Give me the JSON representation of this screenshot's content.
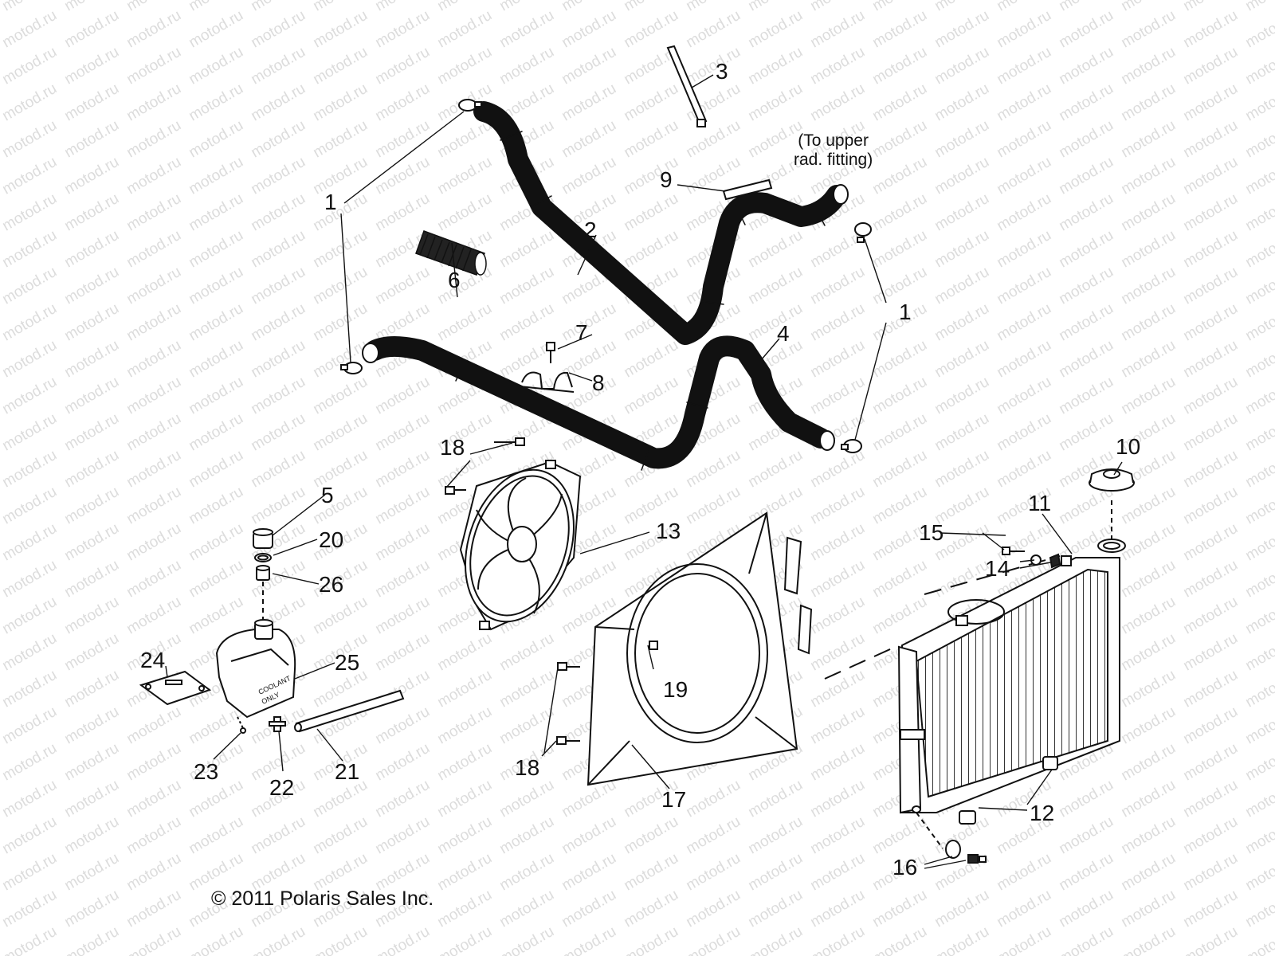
{
  "watermark": "motod.ru",
  "note_to_upper": [
    "(To upper",
    "rad. fitting)"
  ],
  "copyright": "© 2011 Polaris Sales Inc.",
  "callouts": [
    {
      "id": "c1a",
      "text": "1"
    },
    {
      "id": "c1b",
      "text": "1"
    },
    {
      "id": "c2",
      "text": "2"
    },
    {
      "id": "c3",
      "text": "3"
    },
    {
      "id": "c4",
      "text": "4"
    },
    {
      "id": "c5",
      "text": "5"
    },
    {
      "id": "c6",
      "text": "6"
    },
    {
      "id": "c7",
      "text": "7"
    },
    {
      "id": "c8",
      "text": "8"
    },
    {
      "id": "c9",
      "text": "9"
    },
    {
      "id": "c10",
      "text": "10"
    },
    {
      "id": "c11",
      "text": "11"
    },
    {
      "id": "c12",
      "text": "12"
    },
    {
      "id": "c13",
      "text": "13"
    },
    {
      "id": "c14",
      "text": "14"
    },
    {
      "id": "c15",
      "text": "15"
    },
    {
      "id": "c16",
      "text": "16"
    },
    {
      "id": "c17",
      "text": "17"
    },
    {
      "id": "c18a",
      "text": "18"
    },
    {
      "id": "c18b",
      "text": "18"
    },
    {
      "id": "c19",
      "text": "19"
    },
    {
      "id": "c20",
      "text": "20"
    },
    {
      "id": "c21",
      "text": "21"
    },
    {
      "id": "c22",
      "text": "22"
    },
    {
      "id": "c23",
      "text": "23"
    },
    {
      "id": "c24",
      "text": "24"
    },
    {
      "id": "c25",
      "text": "25"
    },
    {
      "id": "c26",
      "text": "26"
    }
  ],
  "tank_label": [
    "COOLANT",
    "ONLY"
  ]
}
